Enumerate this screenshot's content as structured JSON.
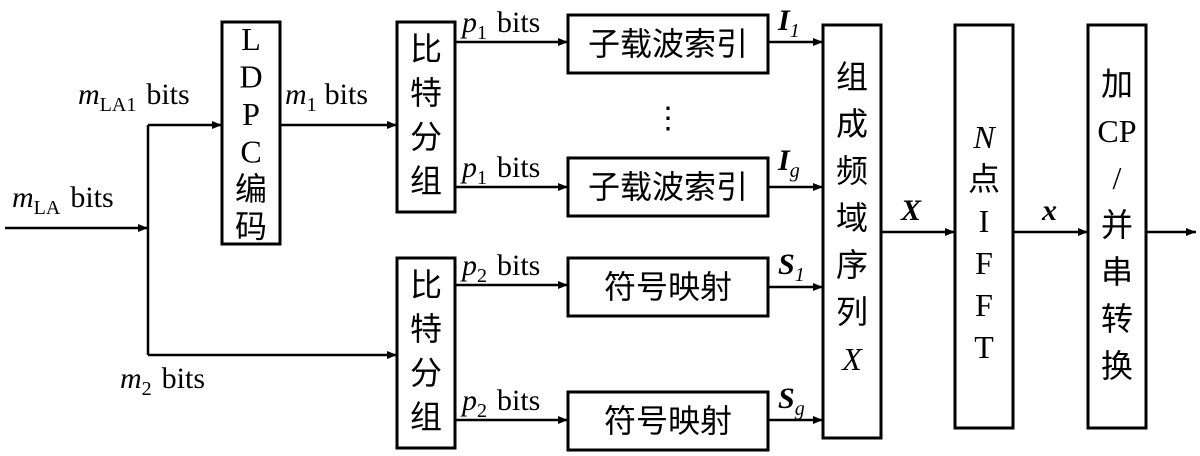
{
  "diagram": {
    "input_label": "bits",
    "input_var": "m",
    "input_sub": "LA",
    "ldpc_in_var": "m",
    "ldpc_in_sub": "LA1",
    "ldpc_in_unit": "bits",
    "ldpc_out_var": "m",
    "ldpc_out_sub": "1",
    "ldpc_out_unit": "bits",
    "lower_var": "m",
    "lower_sub": "2",
    "lower_unit": "bits",
    "ldpc_box": [
      "L",
      "D",
      "P",
      "C",
      "编",
      "码"
    ],
    "split_box": [
      "比",
      "特",
      "分",
      "组"
    ],
    "p1_var": "p",
    "p1_sub": "1",
    "p2_var": "p",
    "p2_sub": "2",
    "p_unit": "bits",
    "subcarrier_index": "子载波索引",
    "symbol_map": "符号映射",
    "vdots": "⋮",
    "I1_var": "I",
    "I1_sub": "1",
    "Ig_var": "I",
    "Ig_sub": "g",
    "S1_var": "S",
    "S1_sub": "1",
    "Sg_var": "S",
    "Sg_sub": "g",
    "freq_box": [
      "组",
      "成",
      "频",
      "域",
      "序",
      "列",
      "X"
    ],
    "X_label": "X",
    "ifft_box": [
      "N",
      "点",
      "I",
      "F",
      "F",
      "T"
    ],
    "x_label": "x",
    "cp_box": [
      "加",
      "CP",
      "/",
      "并",
      "串",
      "转",
      "换"
    ]
  }
}
